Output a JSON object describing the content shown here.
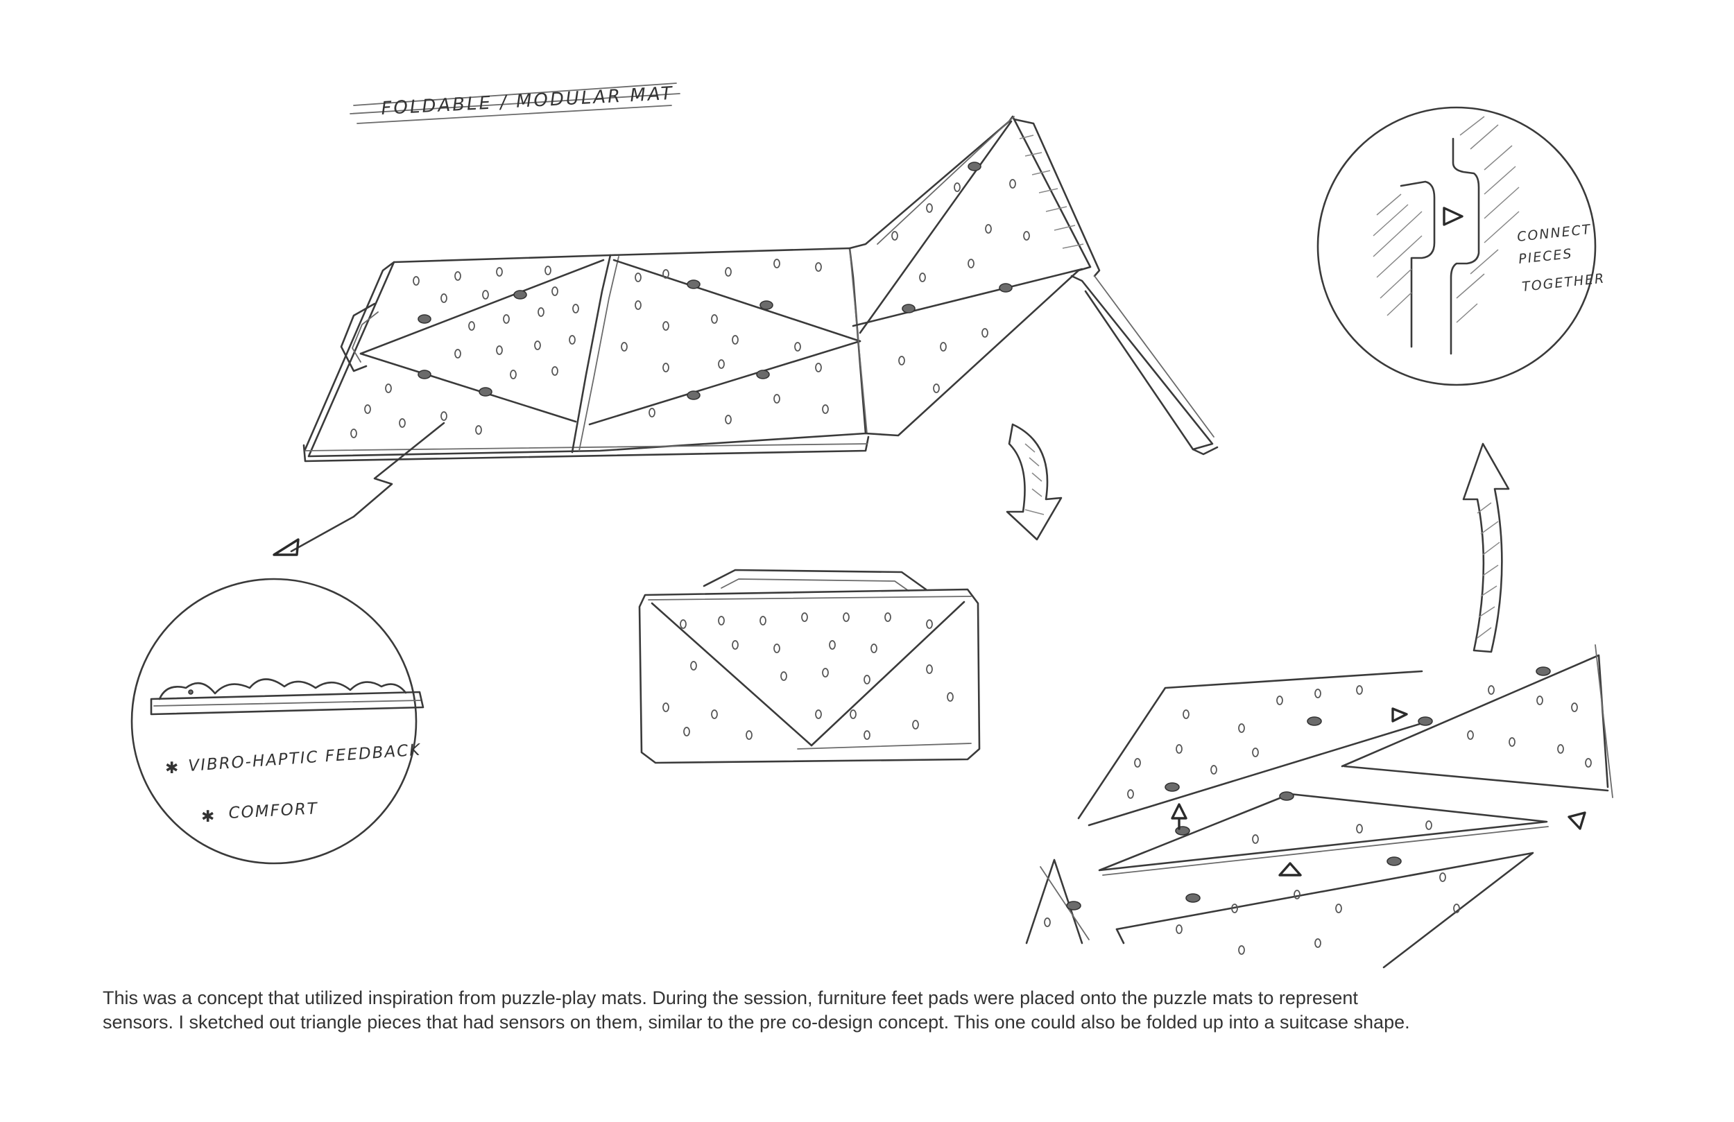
{
  "sketch": {
    "title": "FOLDABLE / MODULAR MAT",
    "connect_note": [
      "CONNECT",
      "PIECES",
      "TOGETHER"
    ],
    "bullets": [
      "VIBRO-HAPTIC FEEDBACK",
      "COMFORT"
    ]
  },
  "caption": {
    "lines": [
      "This was a concept that utilized inspiration from puzzle-play mats. During the session, furniture feet pads were placed onto the puzzle mats to represent",
      "sensors. I sketched out triangle pieces that had sensors on them, similar to the pre co-design concept. This one could also be folded up into a suitcase shape."
    ]
  }
}
